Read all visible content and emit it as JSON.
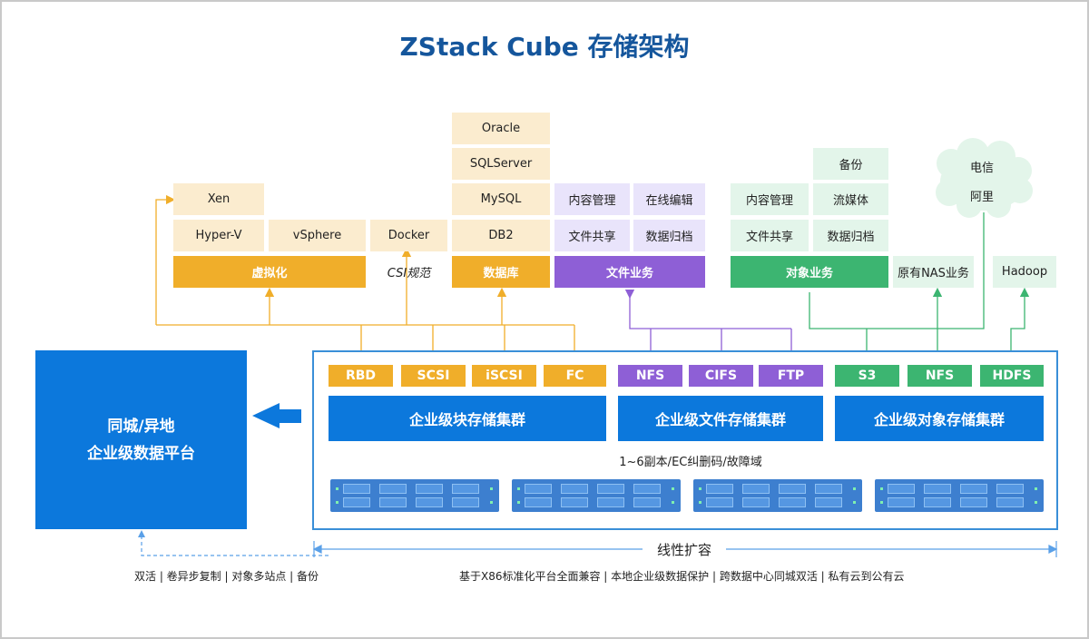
{
  "title": "ZStack Cube 存储架构",
  "dr_platform": {
    "line1": "同城/异地",
    "line2": "企业级数据平台"
  },
  "virtualization": {
    "label": "虚拟化",
    "items": [
      "Xen",
      "Hyper-V",
      "vSphere"
    ]
  },
  "container": {
    "item": "Docker",
    "caption": "CSI规范"
  },
  "database": {
    "label": "数据库",
    "items": [
      "Oracle",
      "SQLServer",
      "MySQL",
      "DB2"
    ]
  },
  "file_business": {
    "label": "文件业务",
    "items": [
      "内容管理",
      "在线编辑",
      "文件共享",
      "数据归档"
    ]
  },
  "object_business": {
    "label": "对象业务",
    "items": [
      "备份",
      "内容管理",
      "流媒体",
      "文件共享",
      "数据归档"
    ]
  },
  "nas": {
    "label": "原有NAS业务"
  },
  "cloud": {
    "items": [
      "电信",
      "阿里"
    ]
  },
  "hadoop": {
    "label": "Hadoop"
  },
  "protocols": {
    "block": [
      "RBD",
      "SCSI",
      "iSCSI",
      "FC"
    ],
    "file": [
      "NFS",
      "CIFS",
      "FTP"
    ],
    "object": [
      "S3",
      "NFS",
      "HDFS"
    ]
  },
  "clusters": {
    "block": "企业级块存储集群",
    "file": "企业级文件存储集群",
    "object": "企业级对象存储集群"
  },
  "redundancy": "1~6副本/EC纠删码/故障域",
  "scale": "线性扩容",
  "footer": {
    "left": "双活 | 卷异步复制 | 对象多站点 | 备份",
    "right": "基于X86标准化平台全面兼容 | 本地企业级数据保护 | 跨数据中心同城双活 | 私有云到公有云"
  },
  "colors": {
    "gold": "#f0ae2a",
    "purple": "#8e5fd6",
    "green": "#3cb571",
    "blue": "#0c78dc",
    "title": "#15569c"
  }
}
